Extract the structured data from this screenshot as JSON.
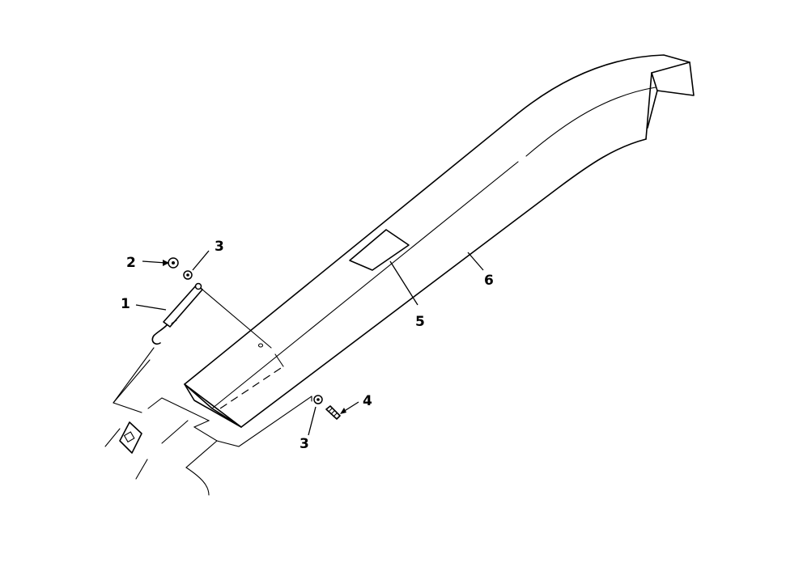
{
  "diagram": {
    "callouts": {
      "c1": "1",
      "c2": "2",
      "c3a": "3",
      "c3b": "3",
      "c4": "4",
      "c5": "5",
      "c6": "6"
    },
    "stroke_color": "#000000",
    "background_color": "#ffffff"
  }
}
